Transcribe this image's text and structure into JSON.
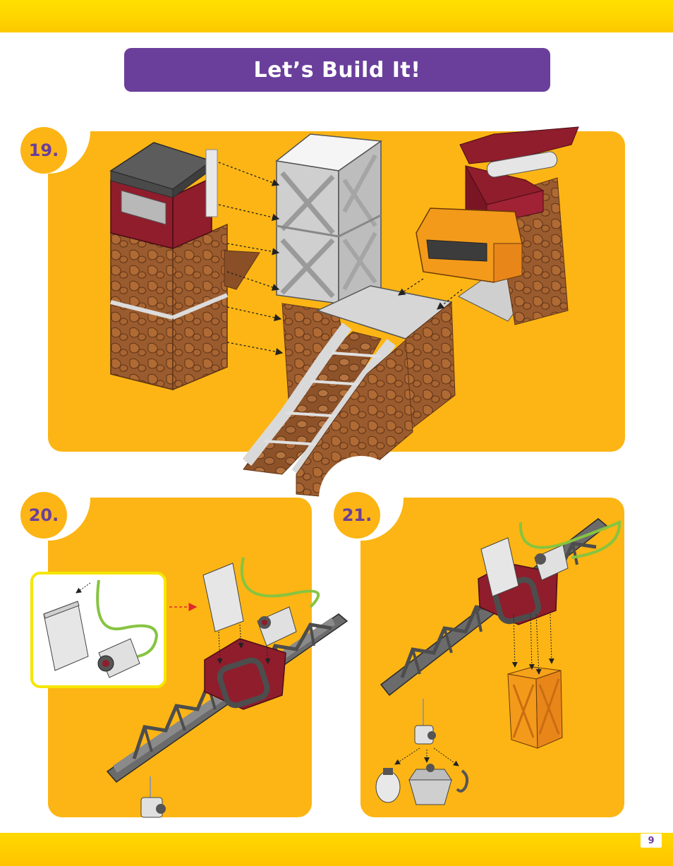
{
  "header": {
    "title": "Let’s Build It!"
  },
  "steps": [
    {
      "number": "19.",
      "icon": "tower-build-illustration"
    },
    {
      "number": "20.",
      "icon": "crane-arm-motor-illustration"
    },
    {
      "number": "21.",
      "icon": "crane-attachments-illustration"
    }
  ],
  "footer": {
    "page_number": "9"
  },
  "colors": {
    "accent_purple": "#6a3f9b",
    "panel_orange": "#fcb514",
    "band_yellow": "#ffd400",
    "rock_brown": "#9a5b2e",
    "part_red": "#8f1d2c",
    "part_gray": "#6b6b6b"
  }
}
